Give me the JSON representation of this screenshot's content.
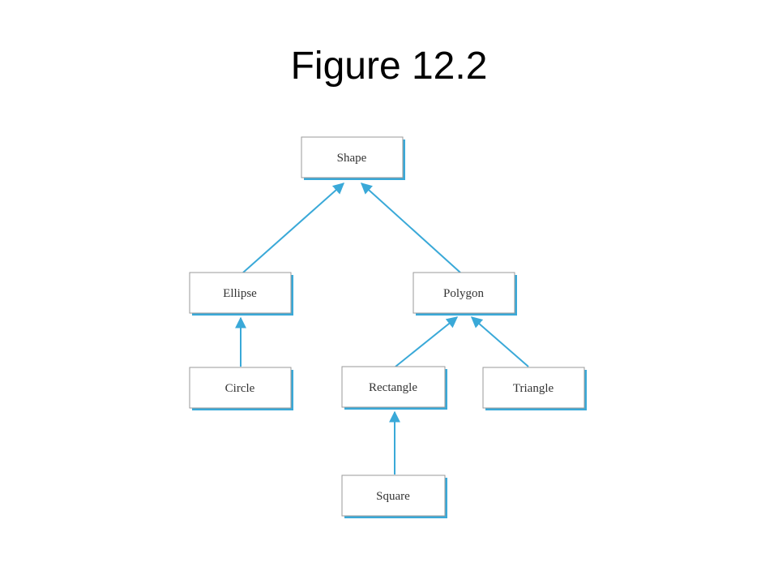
{
  "title": "Figure 12.2",
  "colors": {
    "arrow": "#3aa9d8",
    "box_border": "#9a9a9a",
    "text": "#333333"
  },
  "nodes": {
    "shape": "Shape",
    "ellipse": "Ellipse",
    "polygon": "Polygon",
    "circle": "Circle",
    "rectangle": "Rectangle",
    "triangle": "Triangle",
    "square": "Square"
  }
}
